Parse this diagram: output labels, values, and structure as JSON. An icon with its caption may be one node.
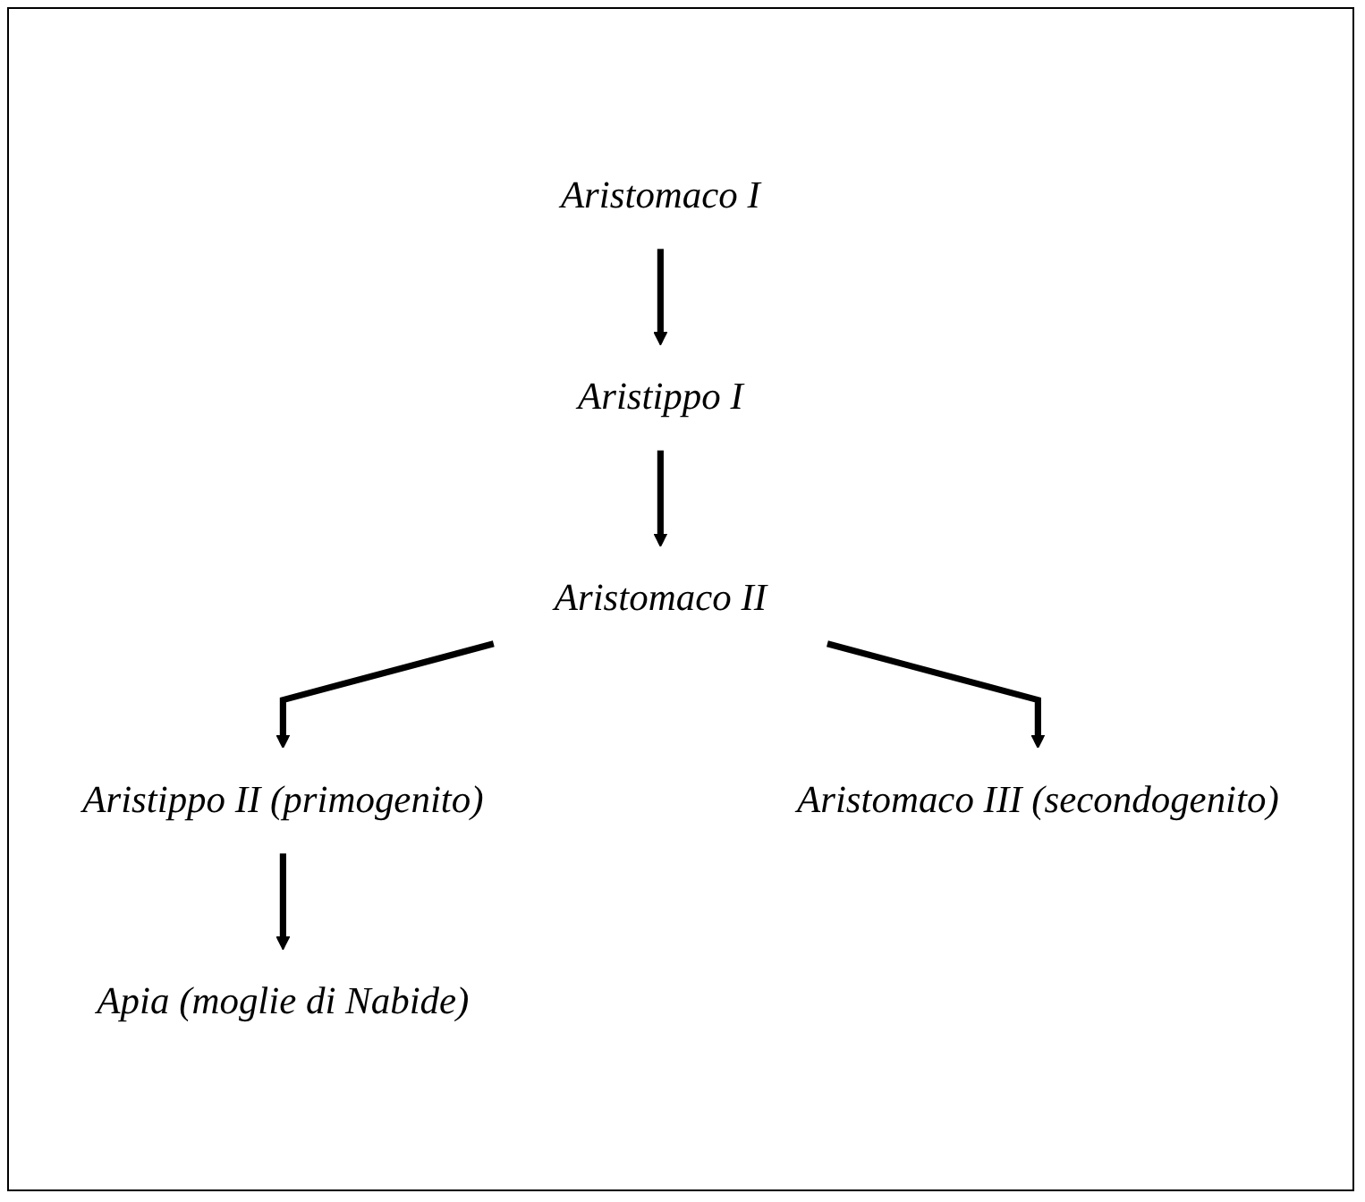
{
  "diagram": {
    "nodes": [
      {
        "text": [
          "Aristomaco I"
        ]
      },
      {
        "text": [
          "Aristippo I"
        ]
      },
      {
        "text": [
          "Aristomaco II"
        ]
      },
      {
        "text": [
          "Aristippo II (primogenito)"
        ]
      },
      {
        "text": [
          "Aristomaco III (secondogenito)"
        ]
      },
      {
        "text": [
          "Apia (moglie di Nabide)"
        ]
      }
    ],
    "edges": [
      {
        "from": 0,
        "to": 1,
        "arrow": "to"
      },
      {
        "from": 1,
        "to": 2,
        "arrow": "to"
      },
      {
        "from": 2,
        "to": 3,
        "arrow": "to"
      },
      {
        "from": 2,
        "to": 4,
        "arrow": "to"
      },
      {
        "from": 3,
        "to": 5,
        "arrow": "to"
      }
    ]
  }
}
